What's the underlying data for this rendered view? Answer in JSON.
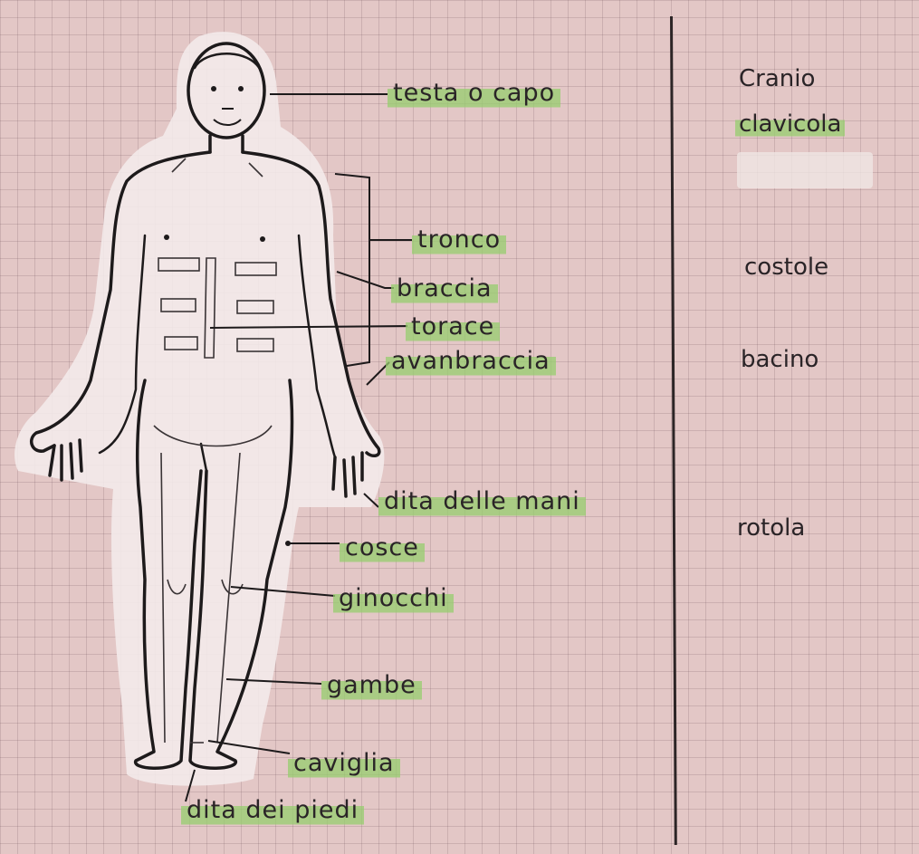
{
  "body_labels": [
    {
      "id": "head",
      "text": "testa o capo"
    },
    {
      "id": "trunk",
      "text": "tronco"
    },
    {
      "id": "arms",
      "text": "braccia"
    },
    {
      "id": "chest",
      "text": "torace"
    },
    {
      "id": "forearms",
      "text": "avanbraccia"
    },
    {
      "id": "fingers",
      "text": "dita delle mani"
    },
    {
      "id": "thighs",
      "text": "cosce"
    },
    {
      "id": "knees",
      "text": "ginocchi"
    },
    {
      "id": "legs",
      "text": "gambe"
    },
    {
      "id": "ankles",
      "text": "caviglia"
    },
    {
      "id": "toes",
      "text": "dita dei piedi"
    }
  ],
  "bone_labels": [
    {
      "id": "skull",
      "text": "Cranio"
    },
    {
      "id": "clavicle",
      "text": "clavicola"
    },
    {
      "id": "ribs",
      "text": "costole"
    },
    {
      "id": "pelvis",
      "text": "bacino"
    },
    {
      "id": "kneecap",
      "text": "rotola"
    }
  ],
  "colors": {
    "paper": "#e3c7c6",
    "ink": "#2a2427",
    "highlighter": "#96cd6e",
    "cutout": "#f3eaea"
  }
}
